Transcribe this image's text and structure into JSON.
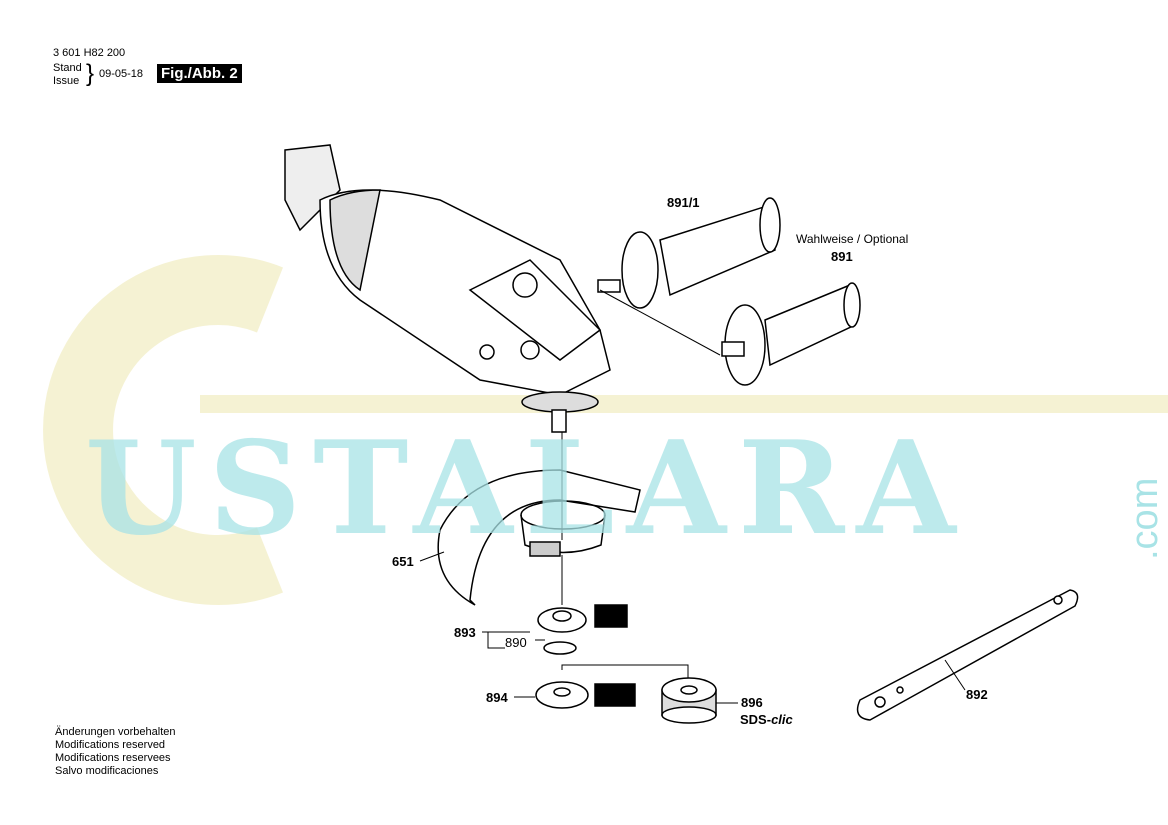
{
  "header": {
    "part_number": "3 601 H82 200",
    "stand_label": "Stand",
    "issue_label": "Issue",
    "date": "09-05-18",
    "figure": "Fig./Abb. 2"
  },
  "watermark": {
    "text": "USTALARA",
    ".com": ".com"
  },
  "parts": {
    "p891_1": "891/1",
    "optional_note": "Wahlweise / Optional",
    "p891": "891",
    "p651": "651",
    "p893": "893",
    "p890": "890",
    "p894": "894",
    "p896": "896",
    "sds_prefix": "SDS-",
    "sds_suffix": "clic",
    "p892": "892"
  },
  "footer": [
    "Änderungen vorbehalten",
    "Modifications reserved",
    "Modifications reservees",
    "Salvo modificaciones"
  ]
}
